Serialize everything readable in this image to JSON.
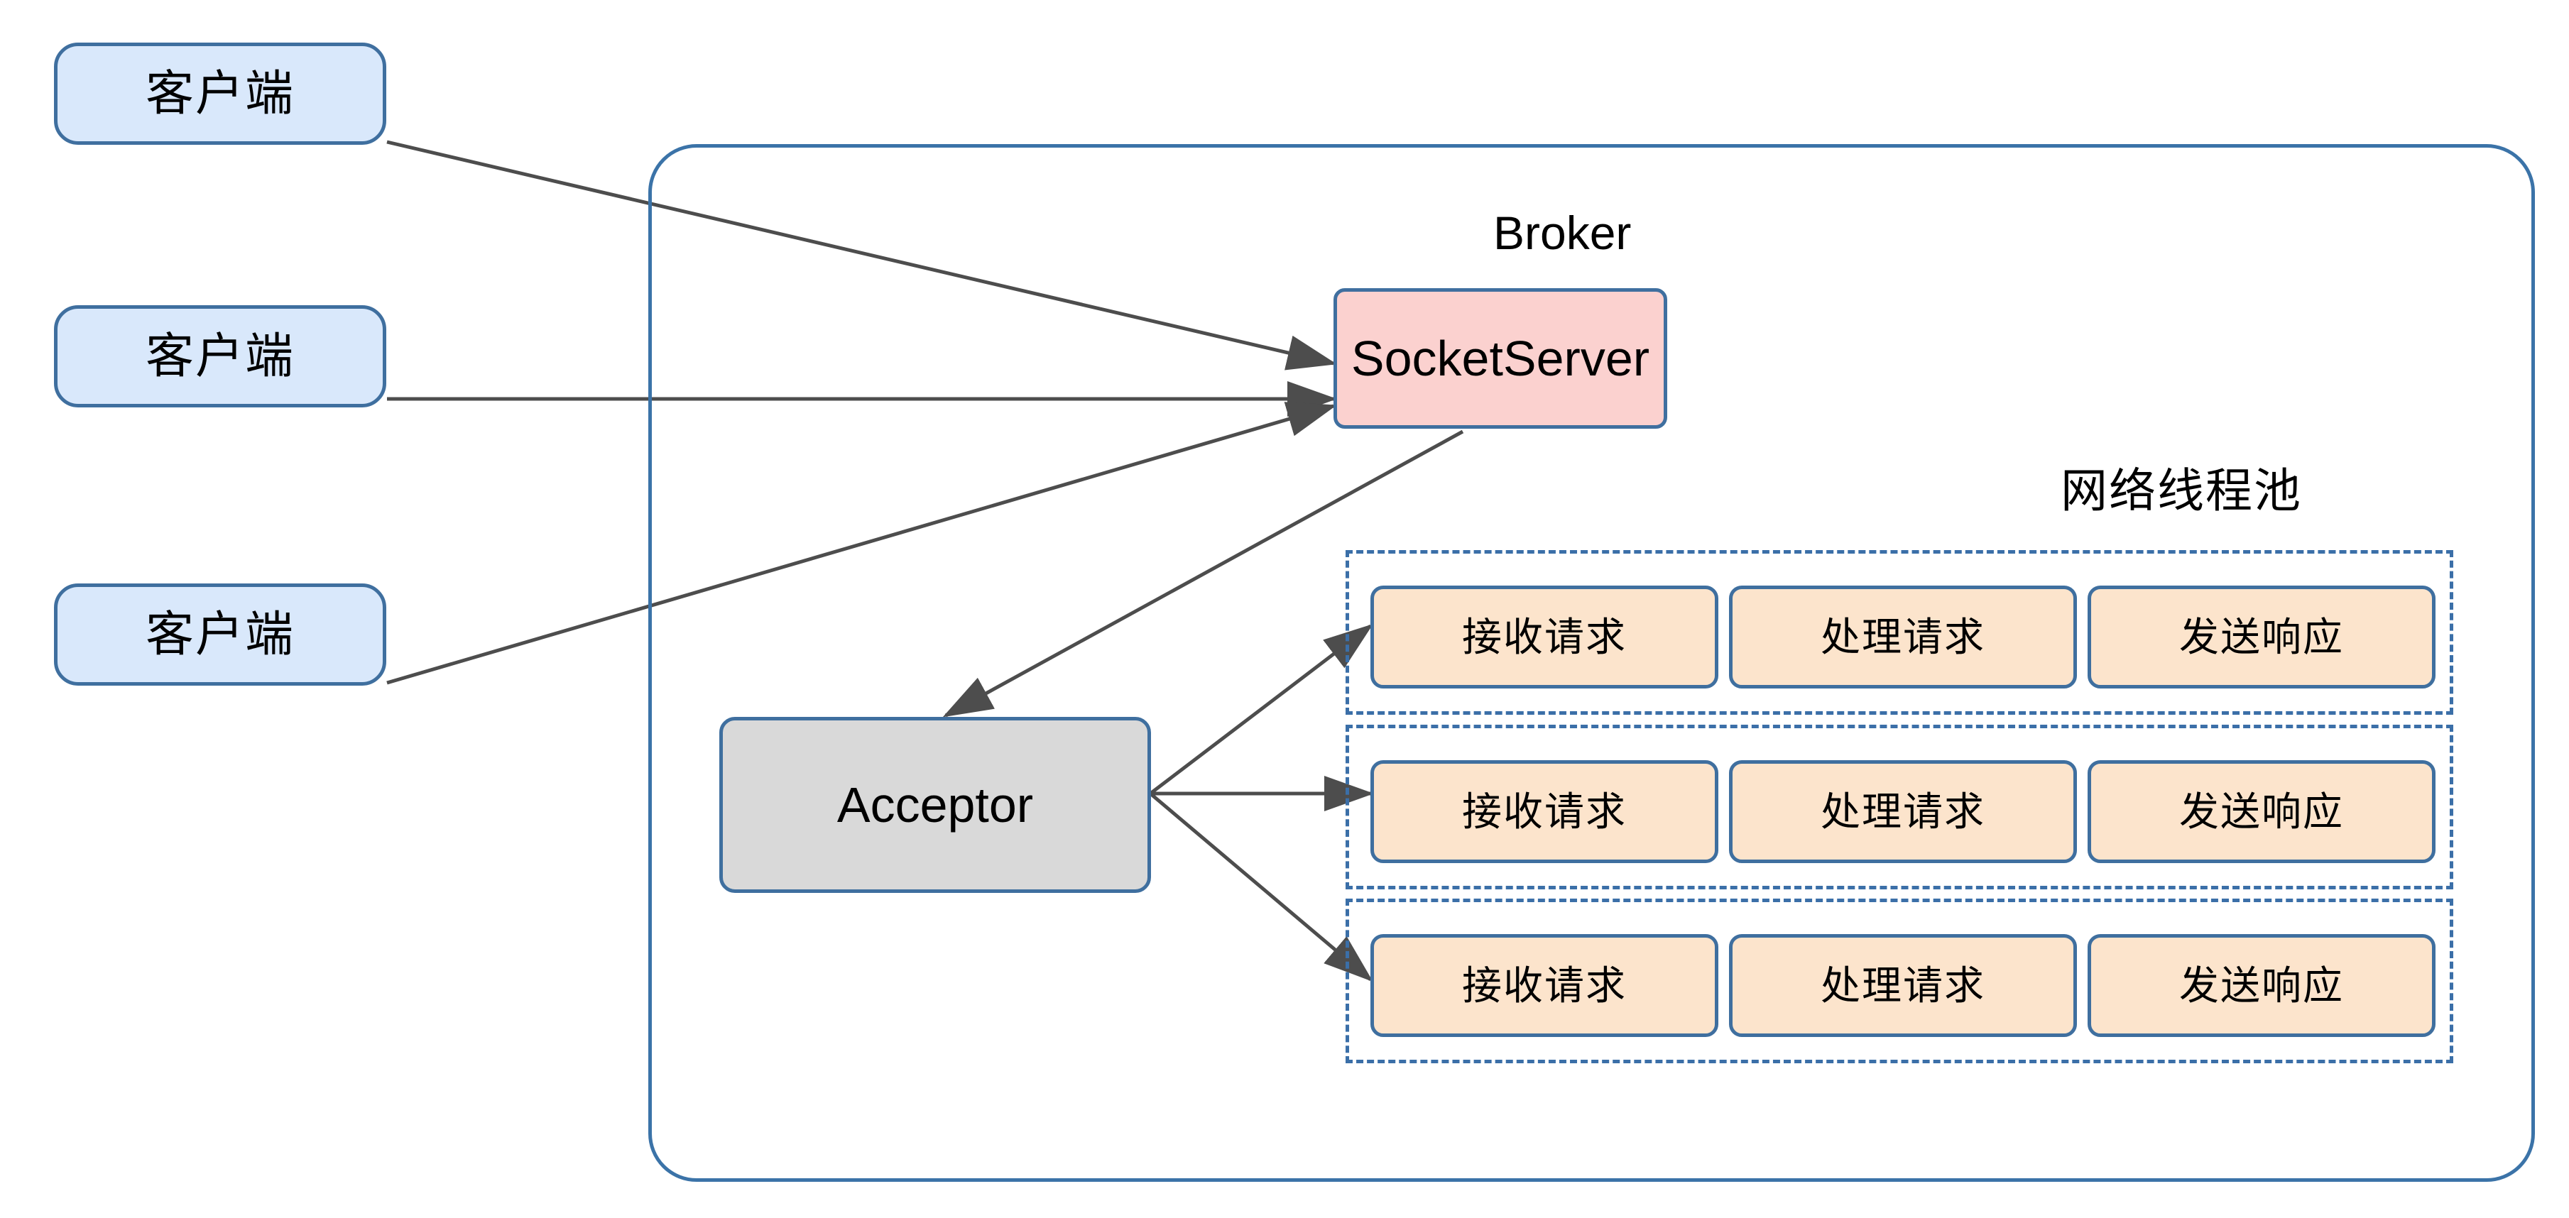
{
  "diagram": {
    "title_broker": "Broker",
    "title_pool": "网络线程池",
    "colors": {
      "client_fill": "#d9e8fb",
      "node_stroke": "#3f6f9f",
      "socketserver_fill": "#fbd1cf",
      "acceptor_fill": "#d9d9d9",
      "stage_fill": "#fce4cc",
      "dashed_stroke": "#3b6fa8",
      "container_stroke": "#3b73a8",
      "edge_stroke": "#4d4d4d"
    },
    "clients": [
      {
        "label": "客户端"
      },
      {
        "label": "客户端"
      },
      {
        "label": "客户端"
      }
    ],
    "socket_server": {
      "label": "SocketServer"
    },
    "acceptor": {
      "label": "Acceptor"
    },
    "thread_rows": [
      {
        "stages": [
          {
            "label": "接收请求"
          },
          {
            "label": "处理请求"
          },
          {
            "label": "发送响应"
          }
        ]
      },
      {
        "stages": [
          {
            "label": "接收请求"
          },
          {
            "label": "处理请求"
          },
          {
            "label": "发送响应"
          }
        ]
      },
      {
        "stages": [
          {
            "label": "接收请求"
          },
          {
            "label": "处理请求"
          },
          {
            "label": "发送响应"
          }
        ]
      }
    ],
    "connections": [
      {
        "from": "客户端",
        "to": "SocketServer"
      },
      {
        "from": "客户端",
        "to": "SocketServer"
      },
      {
        "from": "客户端",
        "to": "SocketServer"
      },
      {
        "from": "SocketServer",
        "to": "Acceptor"
      },
      {
        "from": "Acceptor",
        "to": "接收请求"
      },
      {
        "from": "Acceptor",
        "to": "接收请求"
      },
      {
        "from": "Acceptor",
        "to": "接收请求"
      }
    ]
  }
}
